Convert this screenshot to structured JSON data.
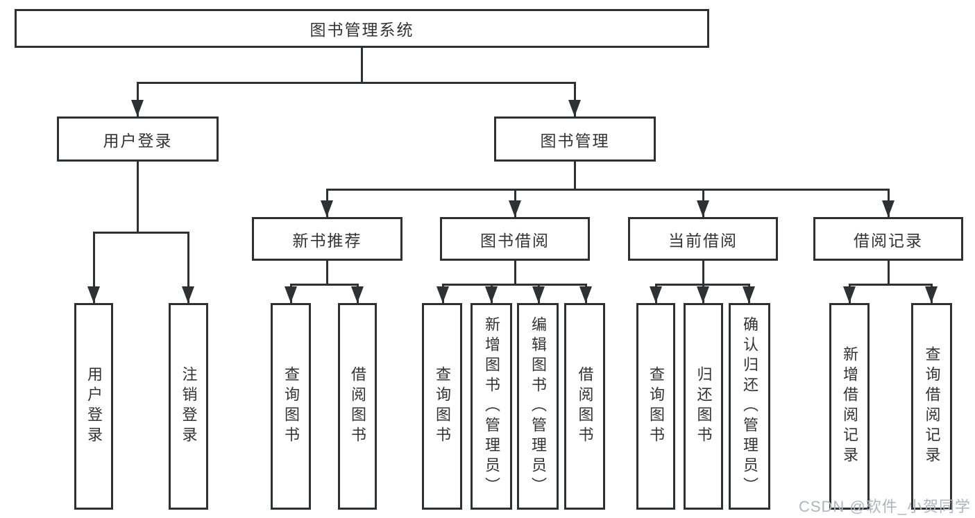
{
  "colors": {
    "line": "#2f3032",
    "text": "#333333",
    "background": "#ffffff",
    "watermark": "#b0b5bd"
  },
  "diagram": {
    "root": {
      "label": "图书管理系统"
    },
    "branches": {
      "user_login": {
        "label": "用户登录"
      },
      "book_mgmt": {
        "label": "图书管理"
      }
    },
    "modules": {
      "new_books": {
        "label": "新书推荐"
      },
      "borrow": {
        "label": "图书借阅"
      },
      "current": {
        "label": "当前借阅"
      },
      "records": {
        "label": "借阅记录"
      }
    },
    "leaves": {
      "ul_login": {
        "label": "用户登录"
      },
      "ul_logout": {
        "label": "注销登录"
      },
      "nb_query": {
        "label": "查询图书"
      },
      "nb_borrow": {
        "label": "借阅图书"
      },
      "bb_query": {
        "label": "查询图书"
      },
      "bb_add": {
        "label": "新增图书（管理员）"
      },
      "bb_edit": {
        "label": "编辑图书（管理员）"
      },
      "bb_borrow": {
        "label": "借阅图书"
      },
      "cb_query": {
        "label": "查询图书"
      },
      "cb_return": {
        "label": "归还图书"
      },
      "cb_confirm": {
        "label": "确认归还（管理员）"
      },
      "br_add": {
        "label": "新增借阅记录"
      },
      "br_query": {
        "label": "查询借阅记录"
      }
    }
  },
  "watermark": {
    "text": "CSDN @软件_小贺同学"
  }
}
